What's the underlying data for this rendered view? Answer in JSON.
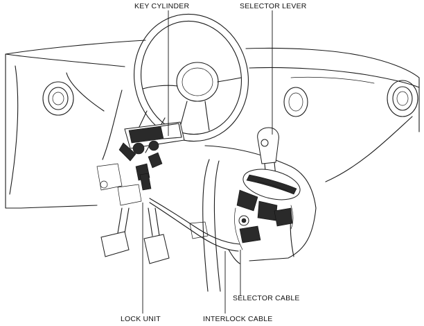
{
  "labels": {
    "key_cylinder": "KEY CYLINDER",
    "selector_lever": "SELECTOR LEVER",
    "selector_cable": "SELECTOR CABLE",
    "lock_unit": "LOCK UNIT",
    "interlock_cable": "INTERLOCK CABLE"
  }
}
